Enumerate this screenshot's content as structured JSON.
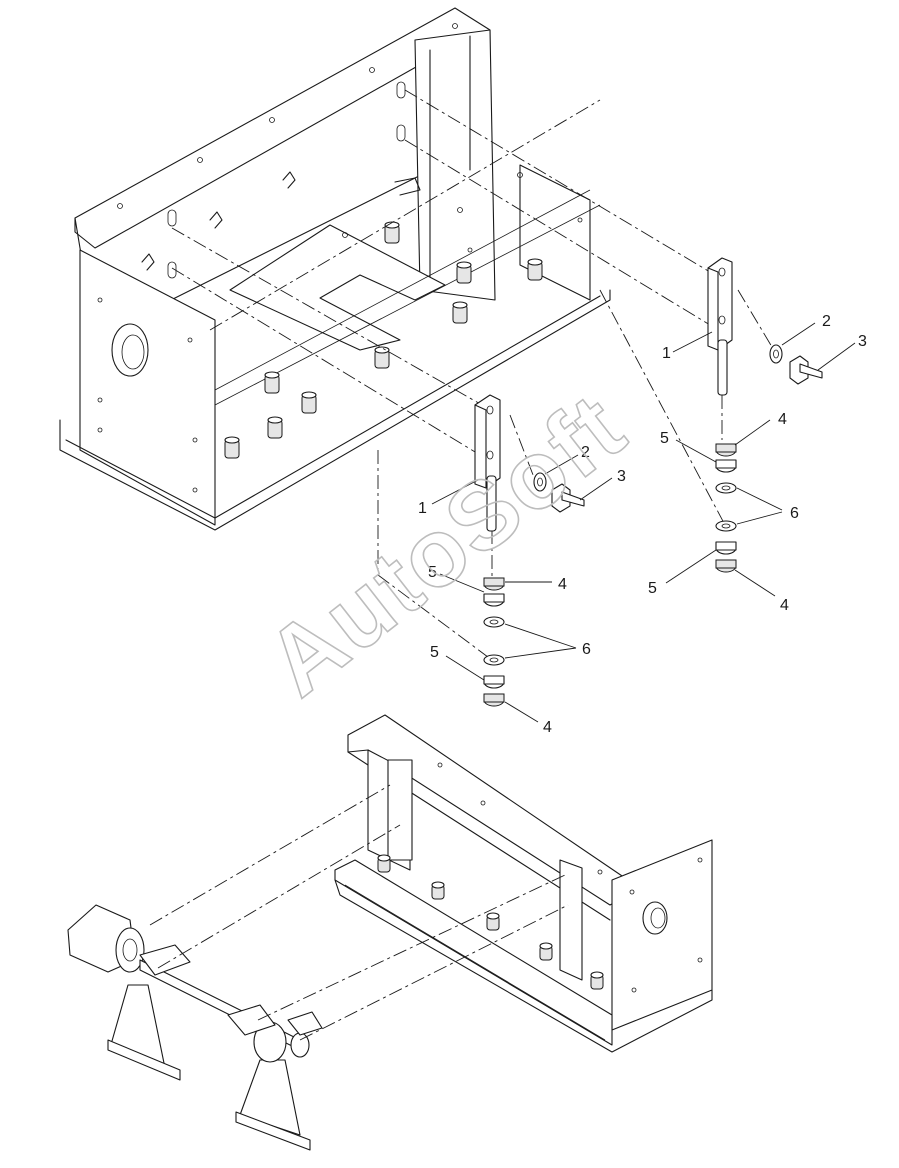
{
  "watermark": "AutoSoft",
  "callouts": [
    {
      "id": "c1a",
      "label": "1"
    },
    {
      "id": "c2a",
      "label": "2"
    },
    {
      "id": "c3a",
      "label": "3"
    },
    {
      "id": "c4a",
      "label": "4"
    },
    {
      "id": "c5a",
      "label": "5"
    },
    {
      "id": "c6a",
      "label": "6"
    },
    {
      "id": "c5b",
      "label": "5"
    },
    {
      "id": "c4b",
      "label": "4"
    },
    {
      "id": "c1b",
      "label": "1"
    },
    {
      "id": "c2b",
      "label": "2"
    },
    {
      "id": "c3b",
      "label": "3"
    },
    {
      "id": "c5c",
      "label": "5"
    },
    {
      "id": "c4c",
      "label": "4"
    },
    {
      "id": "c6b",
      "label": "6"
    },
    {
      "id": "c5d",
      "label": "5"
    },
    {
      "id": "c4d",
      "label": "4"
    }
  ]
}
